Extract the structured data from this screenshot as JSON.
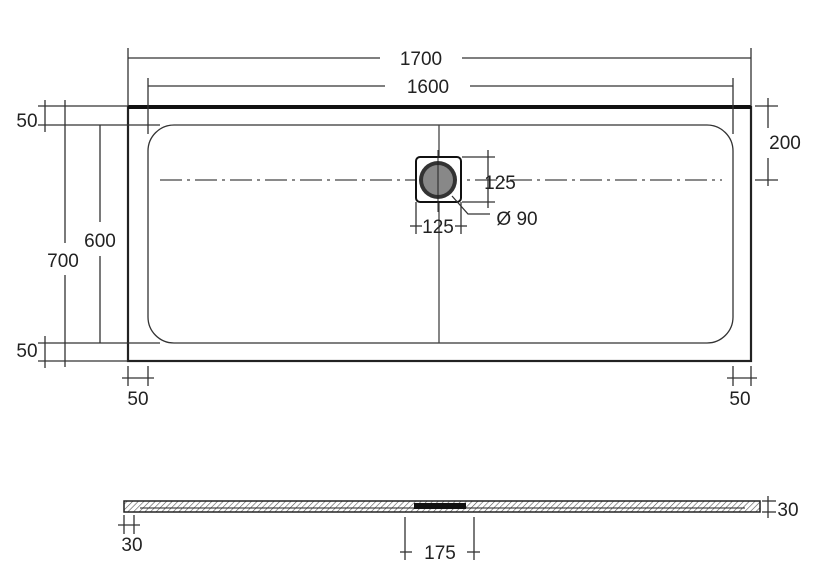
{
  "plan_view": {
    "overall_length": "1700",
    "inner_length": "1600",
    "overall_width": "700",
    "inner_width": "600",
    "top_margin": "50",
    "bottom_margin": "50",
    "left_margin": "50",
    "right_margin": "50",
    "drain_offset": "200",
    "drain_height": "125",
    "drain_width": "125",
    "drain_diameter": "Ø 90"
  },
  "side_view": {
    "thickness": "30",
    "edge_width": "30",
    "drain_channel": "175"
  }
}
